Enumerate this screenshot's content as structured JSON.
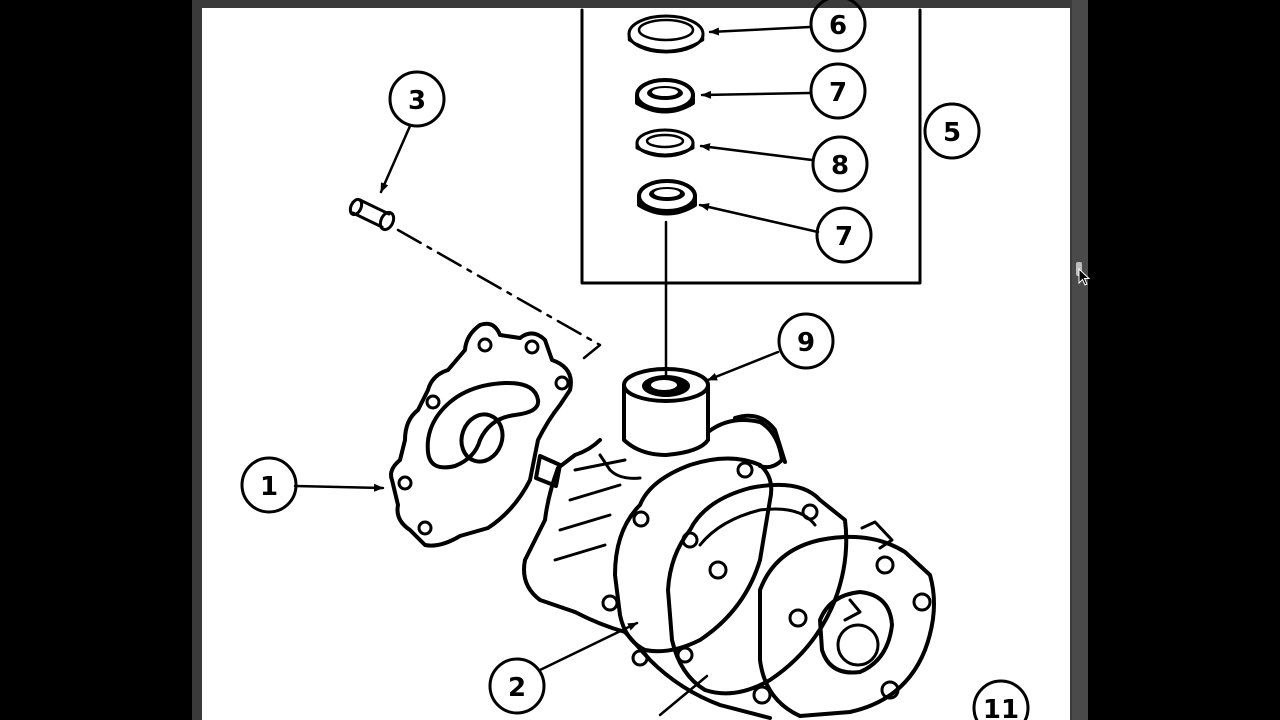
{
  "diagram": {
    "callouts": [
      {
        "id": "1",
        "label": "1"
      },
      {
        "id": "2",
        "label": "2"
      },
      {
        "id": "3",
        "label": "3"
      },
      {
        "id": "5",
        "label": "5"
      },
      {
        "id": "6",
        "label": "6"
      },
      {
        "id": "7a",
        "label": "7"
      },
      {
        "id": "8",
        "label": "8"
      },
      {
        "id": "7b",
        "label": "7"
      },
      {
        "id": "9",
        "label": "9"
      },
      {
        "id": "11",
        "label": "11"
      }
    ]
  },
  "colors": {
    "ink": "#000000",
    "paper": "#ffffff",
    "viewer_bg": "#000000",
    "frame": "#3a3a3a"
  },
  "icons": [
    "mouse-cursor-icon",
    "arrow-icon"
  ]
}
